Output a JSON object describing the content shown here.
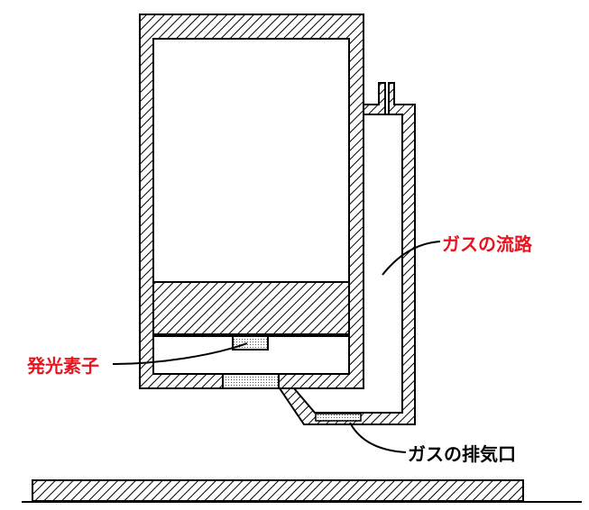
{
  "labels": {
    "gas_channel": "ガスの流路",
    "light_emitter": "発光素子",
    "gas_exhaust": "ガスの排気口"
  },
  "colors": {
    "label": "#e8141e",
    "stroke": "#000000",
    "background": "#ffffff"
  }
}
